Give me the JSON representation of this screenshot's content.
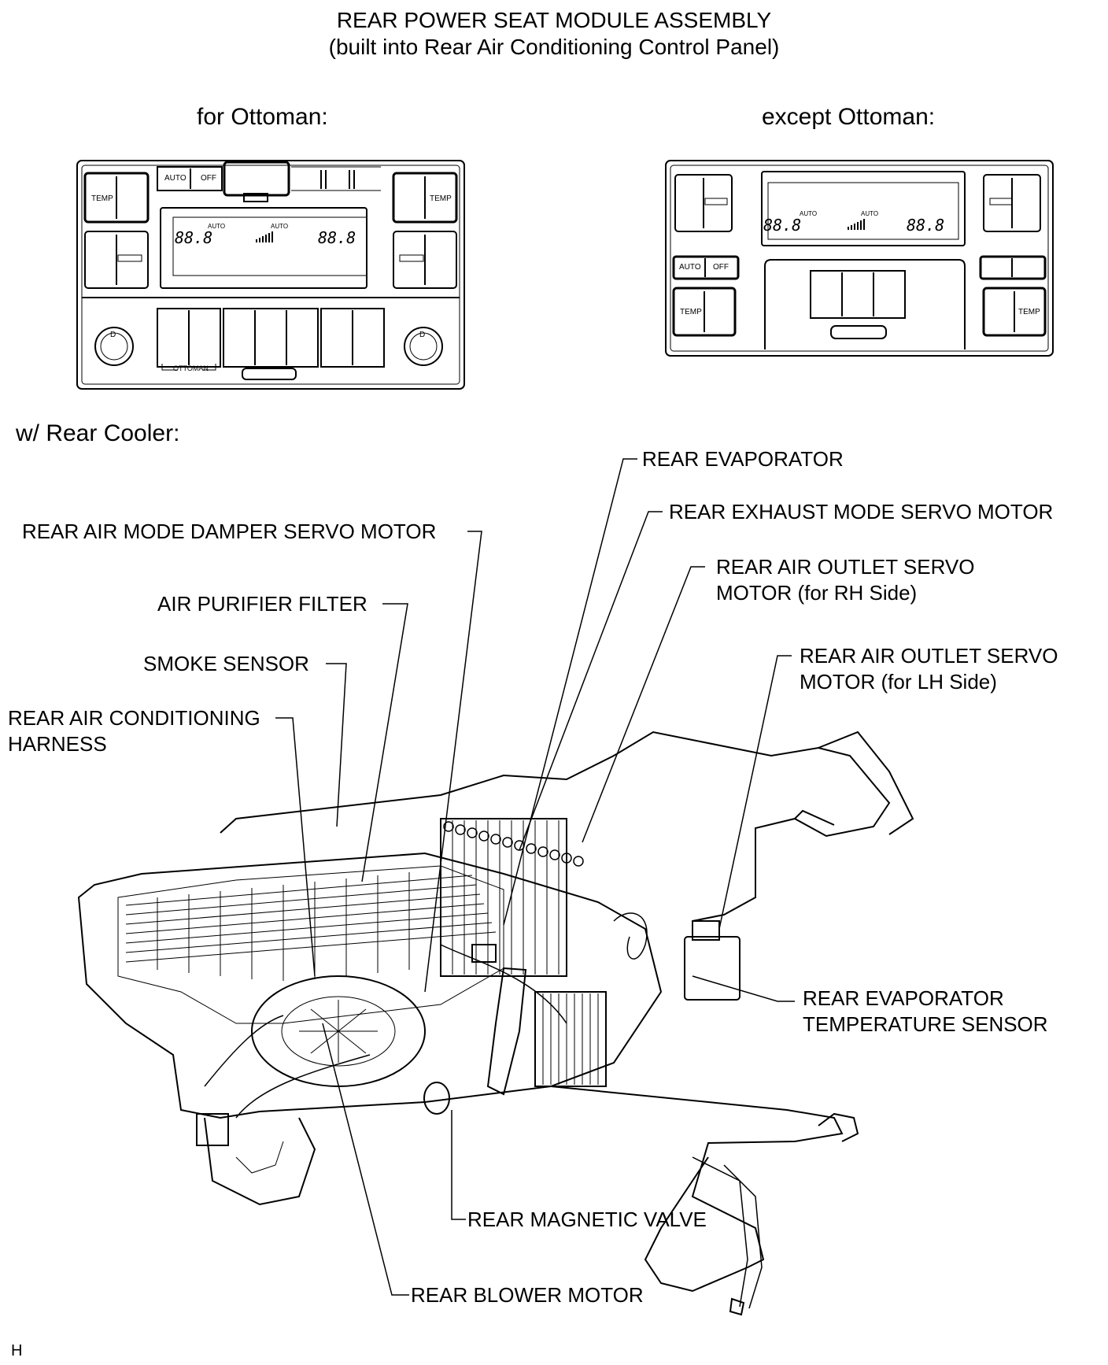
{
  "header": {
    "title": "REAR POWER SEAT MODULE ASSEMBLY",
    "subtitle": "(built into Rear Air Conditioning Control Panel)"
  },
  "panels": {
    "ottoman": {
      "heading": "for Ottoman:",
      "auto": "AUTO",
      "off": "OFF",
      "temp_left": "TEMP",
      "temp_right": "TEMP",
      "display_left": "88.8",
      "display_right": "88.8",
      "auto_small_left": "AUTO",
      "auto_small_right": "AUTO",
      "ottoman_tag": "OTTOMAN",
      "knob_mark": "D"
    },
    "except": {
      "heading": "except Ottoman:",
      "auto": "AUTO",
      "off": "OFF",
      "temp_left": "TEMP",
      "temp_right": "TEMP",
      "display_left": "88.8",
      "display_right": "88.8",
      "auto_small_left": "AUTO",
      "auto_small_right": "AUTO"
    }
  },
  "cooler": {
    "heading": "w/ Rear Cooler:",
    "labels": {
      "rear_evaporator": "REAR EVAPORATOR",
      "rear_exhaust_mode_servo_motor": "REAR EXHAUST MODE SERVO MOTOR",
      "rear_air_mode_damper_servo_motor": "REAR AIR MODE DAMPER SERVO MOTOR",
      "rear_air_outlet_servo_rh": "REAR AIR OUTLET SERVO\nMOTOR (for RH Side)",
      "air_purifier_filter": "AIR PURIFIER FILTER",
      "smoke_sensor": "SMOKE SENSOR",
      "rear_air_outlet_servo_lh": "REAR AIR OUTLET SERVO\nMOTOR (for LH Side)",
      "rear_air_conditioning_harness": "REAR AIR CONDITIONING\nHARNESS",
      "rear_evaporator_temperature_sensor": "REAR EVAPORATOR\nTEMPERATURE SENSOR",
      "rear_magnetic_valve": "REAR MAGNETIC VALVE",
      "rear_blower_motor": "REAR BLOWER MOTOR"
    }
  },
  "footer": {
    "code": "H"
  }
}
